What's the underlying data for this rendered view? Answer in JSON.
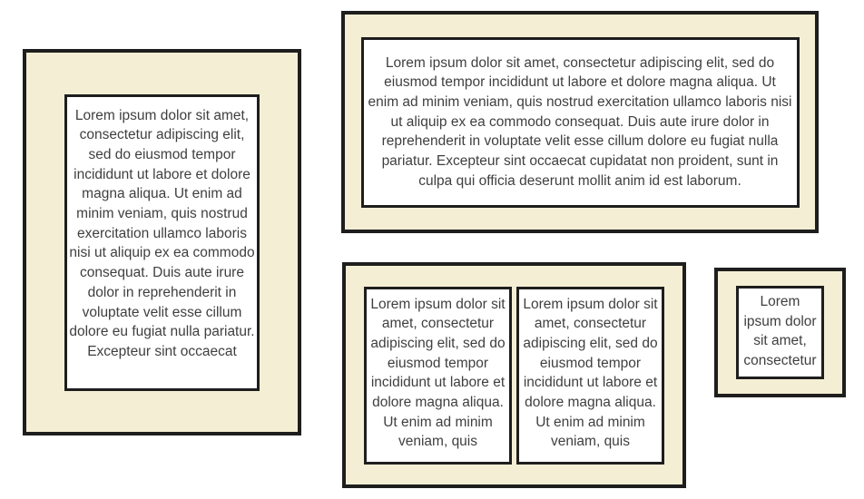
{
  "colors": {
    "canvas_bg": "#ffffff",
    "mat_bg": "#f4eed4",
    "frame_border": "#1e1e1e",
    "card_bg": "#ffffff",
    "text": "#3f3f3f"
  },
  "panels": {
    "tall": {
      "text": "Lorem ipsum dolor sit amet, consectetur adipiscing elit, sed do eiusmod tempor incididunt ut labore et dolore magna aliqua. Ut enim ad minim veniam, quis nostrud exercitation ullamco laboris nisi ut aliquip ex ea commodo consequat. Duis aute irure dolor in reprehenderit in voluptate velit esse cillum dolore eu fugiat nulla pariatur. Excepteur sint occaecat"
    },
    "wide": {
      "text": "Lorem ipsum dolor sit amet, consectetur adipiscing elit, sed do eiusmod tempor incididunt ut labore et dolore magna aliqua. Ut enim ad minim veniam, quis nostrud exercitation ullamco laboris nisi ut aliquip ex ea commodo consequat. Duis aute irure dolor in reprehenderit in voluptate velit esse cillum dolore eu fugiat nulla pariatur. Excepteur sint occaecat cupidatat non proident, sunt in culpa qui officia deserunt mollit anim id est laborum."
    },
    "columns": {
      "left": "Lorem ipsum dolor sit amet, consectetur adipiscing elit, sed do eiusmod tempor incididunt ut labore et dolore magna aliqua. Ut enim ad minim veniam, quis",
      "right": "Lorem ipsum dolor sit amet, consectetur adipiscing elit, sed do eiusmod tempor incididunt ut labore et dolore magna aliqua. Ut enim ad minim veniam, quis"
    },
    "small": {
      "text": "Lorem ipsum dolor sit amet, consectetur"
    }
  }
}
